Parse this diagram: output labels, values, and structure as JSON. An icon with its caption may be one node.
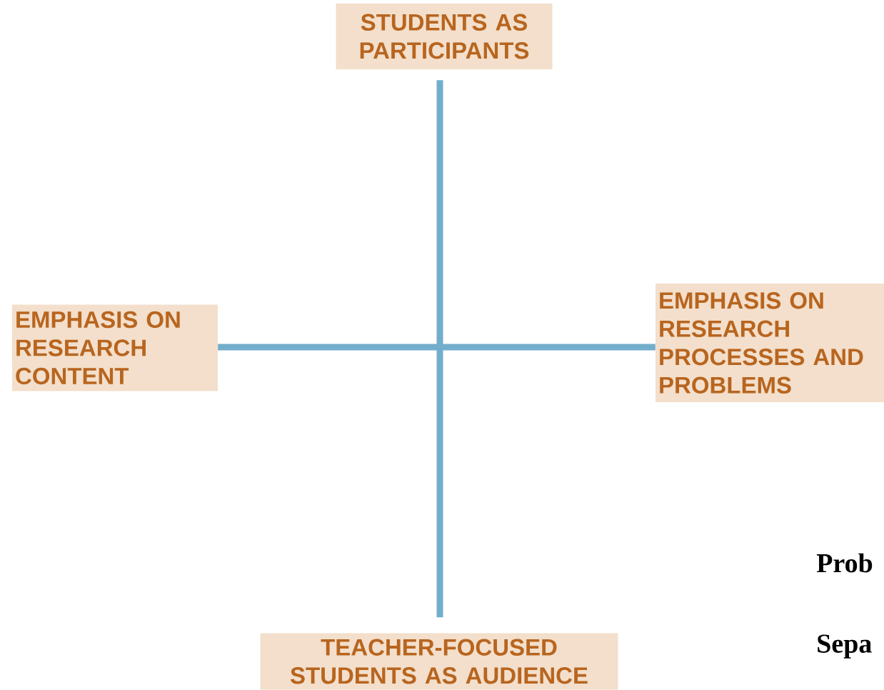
{
  "diagram": {
    "nodes": [
      {
        "text": [
          "STUDENTS AS PARTICIPANTS"
        ]
      },
      {
        "text": [
          "EMPHASIS ON RESEARCH CONTENT"
        ]
      },
      {
        "text": [
          "EMPHASIS ON RESEARCH PROCESSES AND PROBLEMS"
        ]
      },
      {
        "text": [
          "TEACHER-FOCUSED STUDENTS AS AUDIENCE"
        ]
      }
    ],
    "edges": [
      {
        "from": 0,
        "to": 3,
        "arrow": "none"
      },
      {
        "from": 1,
        "to": 2,
        "arrow": "none"
      }
    ],
    "labels": [
      "Prob",
      "Sepa"
    ]
  }
}
